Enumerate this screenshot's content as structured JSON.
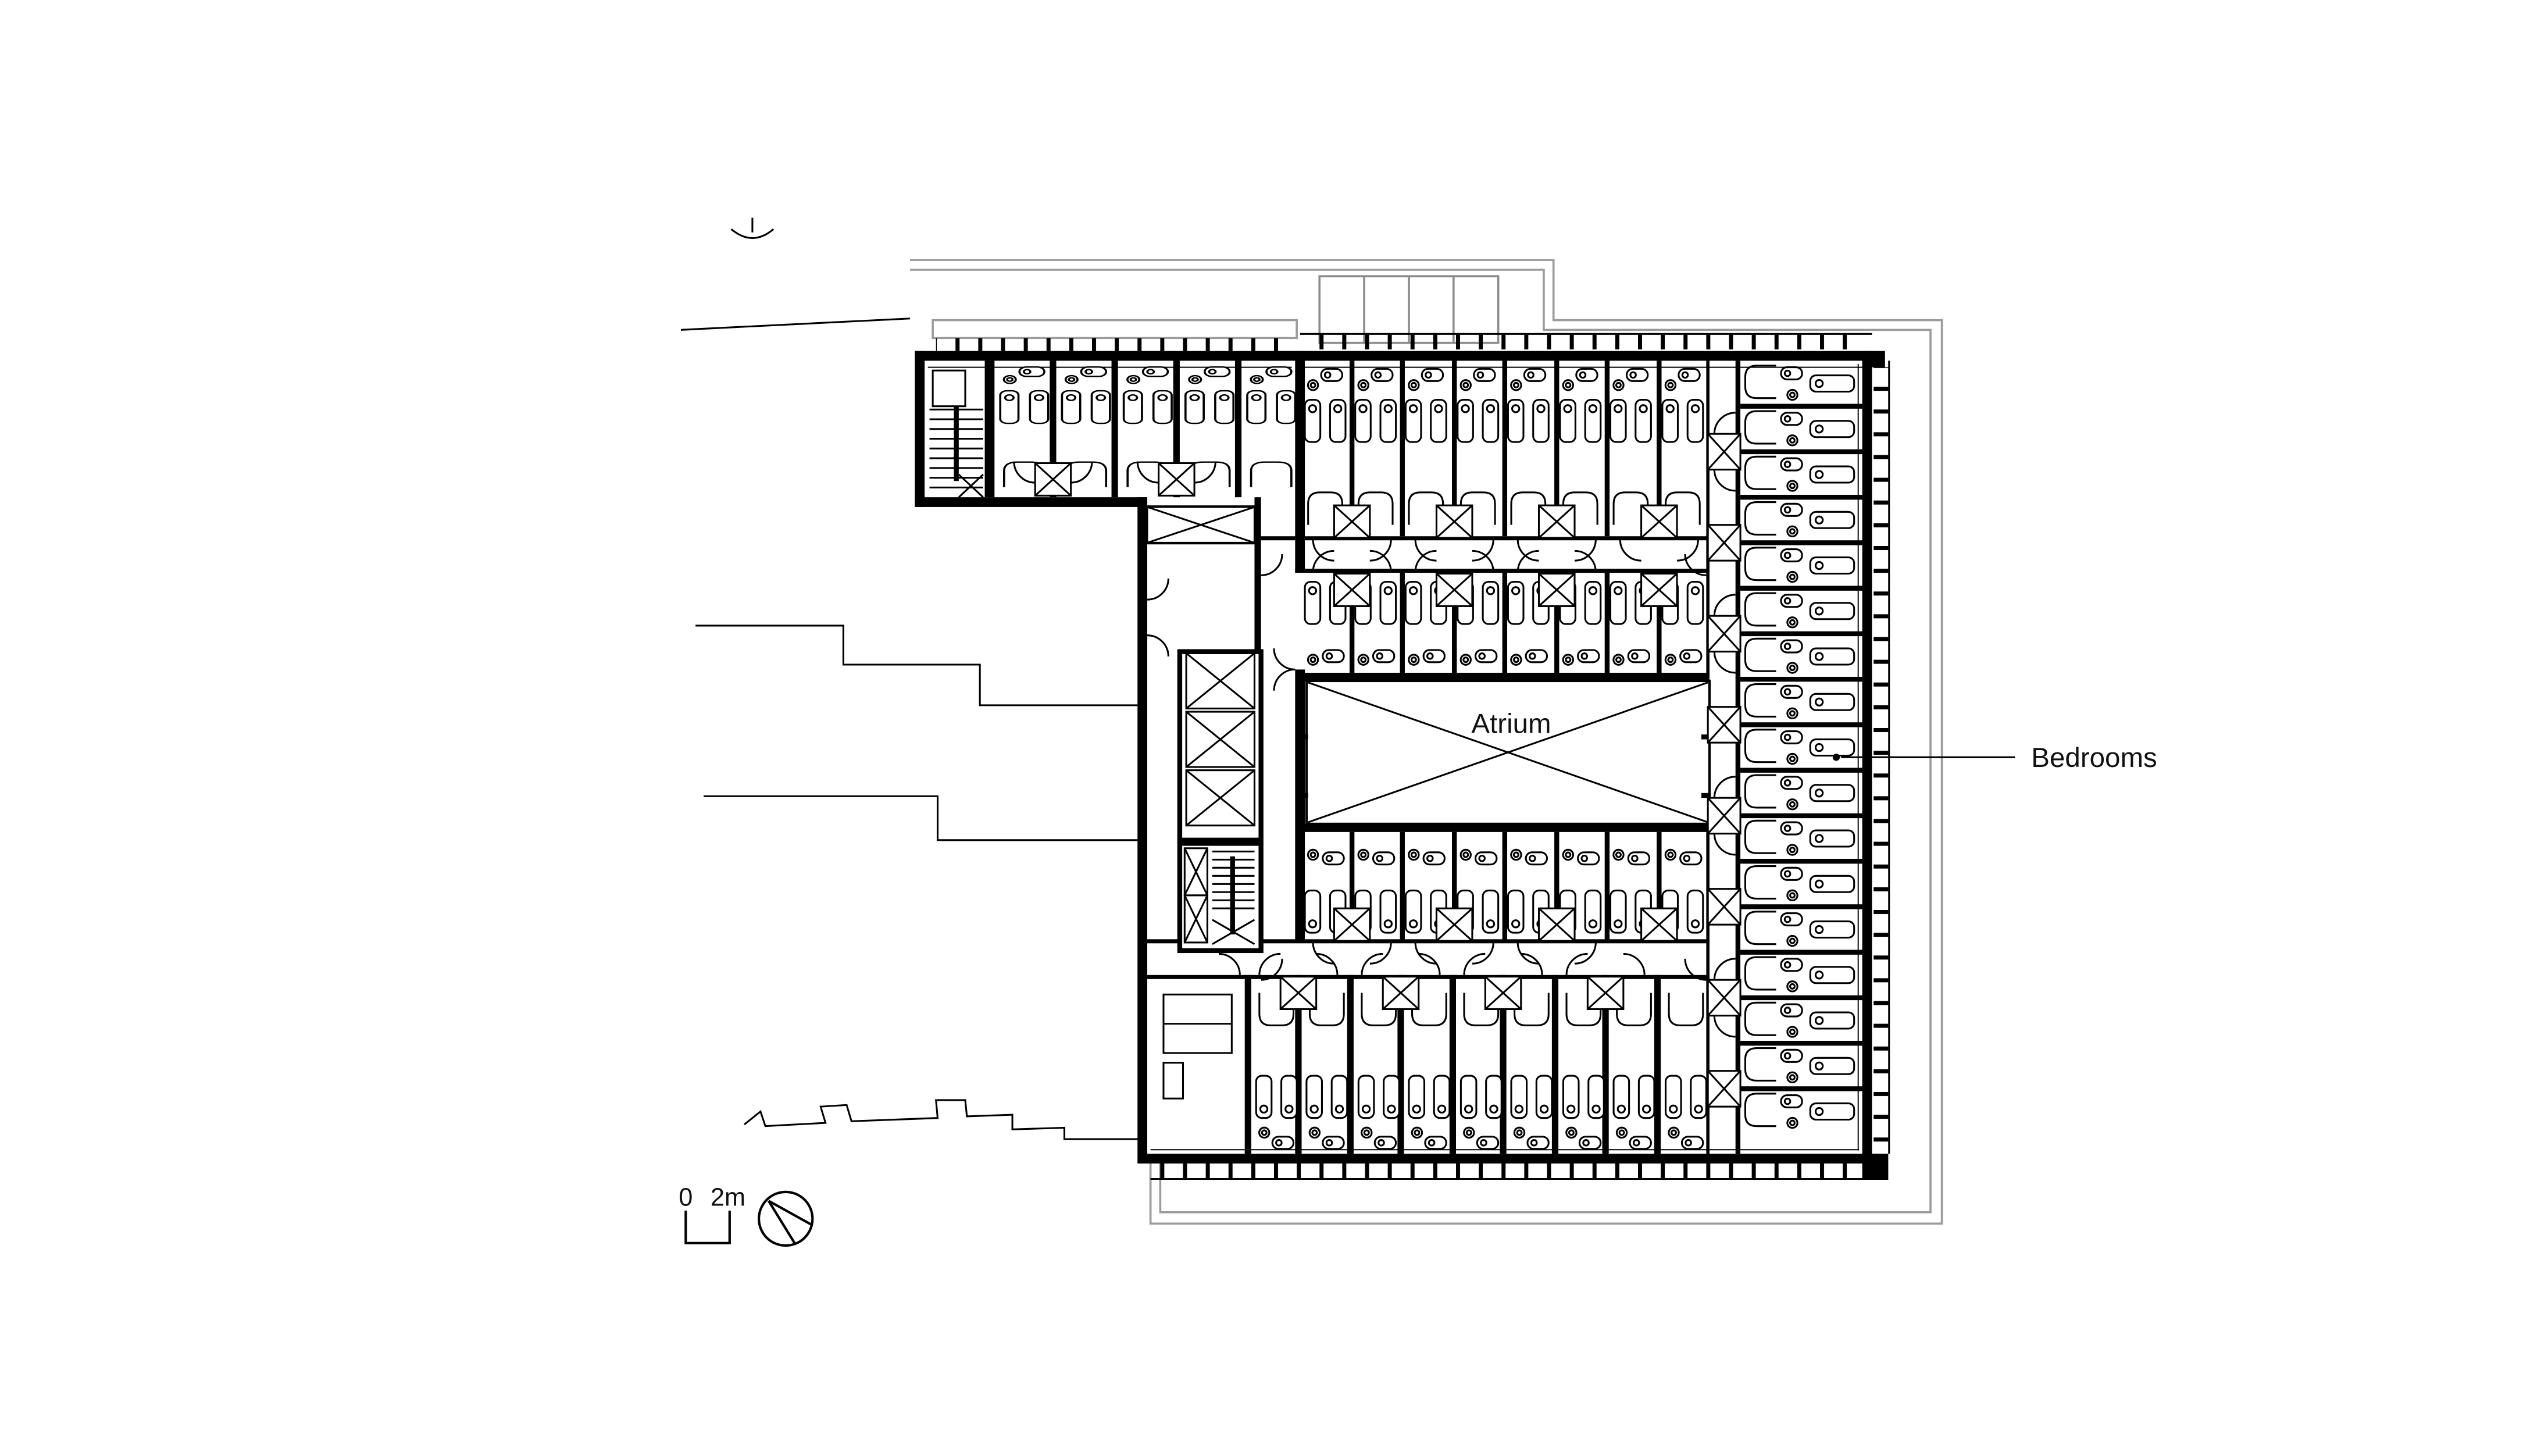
{
  "labels": {
    "atrium": "Atrium",
    "bedrooms": "Bedrooms"
  },
  "scale_bar": {
    "start": "0",
    "end": "2m"
  },
  "icons": {
    "north_arrow": "north-arrow-icon",
    "tree": "tree-icon"
  },
  "colors": {
    "ink": "#000000",
    "site_line_gray": "#9b9b9b",
    "terrace_gray": "#8c8c8c",
    "label_text": "#111111",
    "background": "#ffffff"
  }
}
